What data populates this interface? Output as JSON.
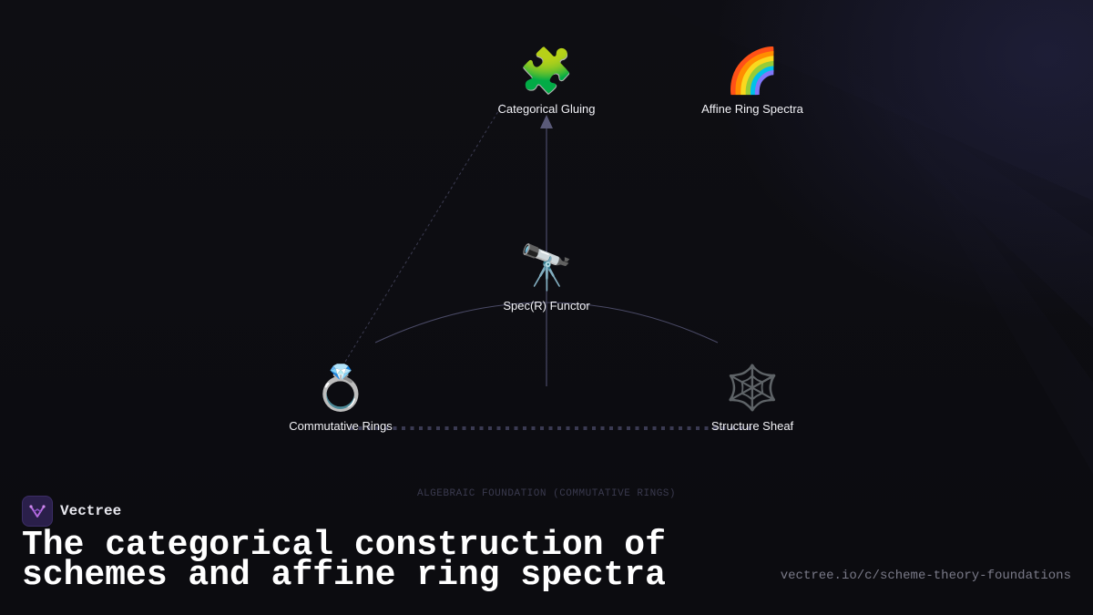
{
  "nodes": {
    "categorical_gluing": {
      "icon": "puzzle-piece-icon",
      "emoji": "🧩",
      "label": "Categorical Gluing"
    },
    "affine_ring_spectra": {
      "icon": "rainbow-icon",
      "emoji": "🌈",
      "label": "Affine Ring Spectra"
    },
    "spec_functor": {
      "icon": "telescope-icon",
      "emoji": "🔭",
      "label": "Spec(R) Functor"
    },
    "commutative_rings": {
      "icon": "ring-icon",
      "emoji": "💍",
      "label": "Commutative Rings"
    },
    "structure_sheaf": {
      "icon": "spider-web-icon",
      "emoji": "🕸️",
      "label": "Structure Sheaf"
    }
  },
  "axis_caption": "ALGEBRAIC FOUNDATION (COMMUTATIVE RINGS)",
  "brand": {
    "name": "Vectree",
    "logo_icon": "vectree-logo-icon"
  },
  "title": "The categorical construction of schemes and affine ring spectra",
  "url": "vectree.io/c/scheme-theory-foundations",
  "colors": {
    "background": "#0e0e13",
    "edge": "#5a5a78",
    "foundation_dots": "#3a3a52",
    "brand_accent": "#b46be0"
  }
}
